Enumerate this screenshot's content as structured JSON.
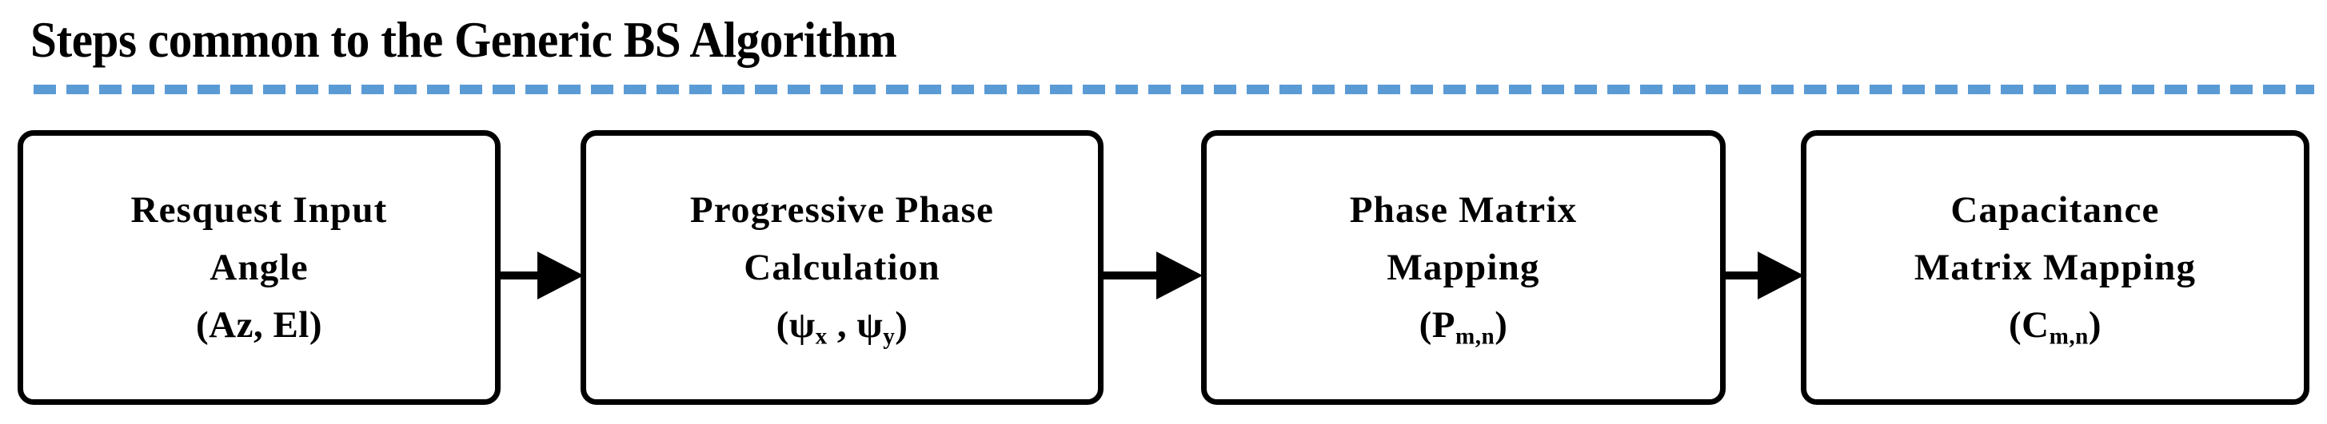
{
  "title": "Steps common to the Generic BS Algorithm",
  "divider": {
    "style": "dashed",
    "color": "#5B9BD5"
  },
  "colors": {
    "accent": "#5B9BD5",
    "box_border": "#000000",
    "box_fill": "#FFFFFF",
    "text": "#000000",
    "background": "#FFFFFF"
  },
  "flow": {
    "steps": [
      {
        "id": "request-input-angle",
        "line1": "Resquest Input",
        "line2": "Angle",
        "line3_prefix": "(Az, El)",
        "symbol": "(Az, El)"
      },
      {
        "id": "progressive-phase-calculation",
        "line1": "Progressive Phase",
        "line2": "Calculation",
        "symbol_open": "(ψ",
        "symbol_sub1": "x",
        "symbol_mid": " , ψ",
        "symbol_sub2": "y",
        "symbol_close": ")"
      },
      {
        "id": "phase-matrix-mapping",
        "line1": "Phase Matrix",
        "line2": "Mapping",
        "symbol_open": "(P",
        "symbol_sub1": "m,n",
        "symbol_close": ")"
      },
      {
        "id": "capacitance-matrix-mapping",
        "line1": "Capacitance",
        "line2": "Matrix Mapping",
        "symbol_open": "(C",
        "symbol_sub1": "m,n",
        "symbol_close": ")"
      }
    ],
    "connectors": [
      {
        "id": "connector-1",
        "from": "request-input-angle",
        "to": "progressive-phase-calculation",
        "kind": "arrow-right"
      },
      {
        "id": "connector-2",
        "from": "progressive-phase-calculation",
        "to": "phase-matrix-mapping",
        "kind": "arrow-right"
      },
      {
        "id": "connector-3",
        "from": "phase-matrix-mapping",
        "to": "capacitance-matrix-mapping",
        "kind": "arrow-right"
      }
    ]
  }
}
